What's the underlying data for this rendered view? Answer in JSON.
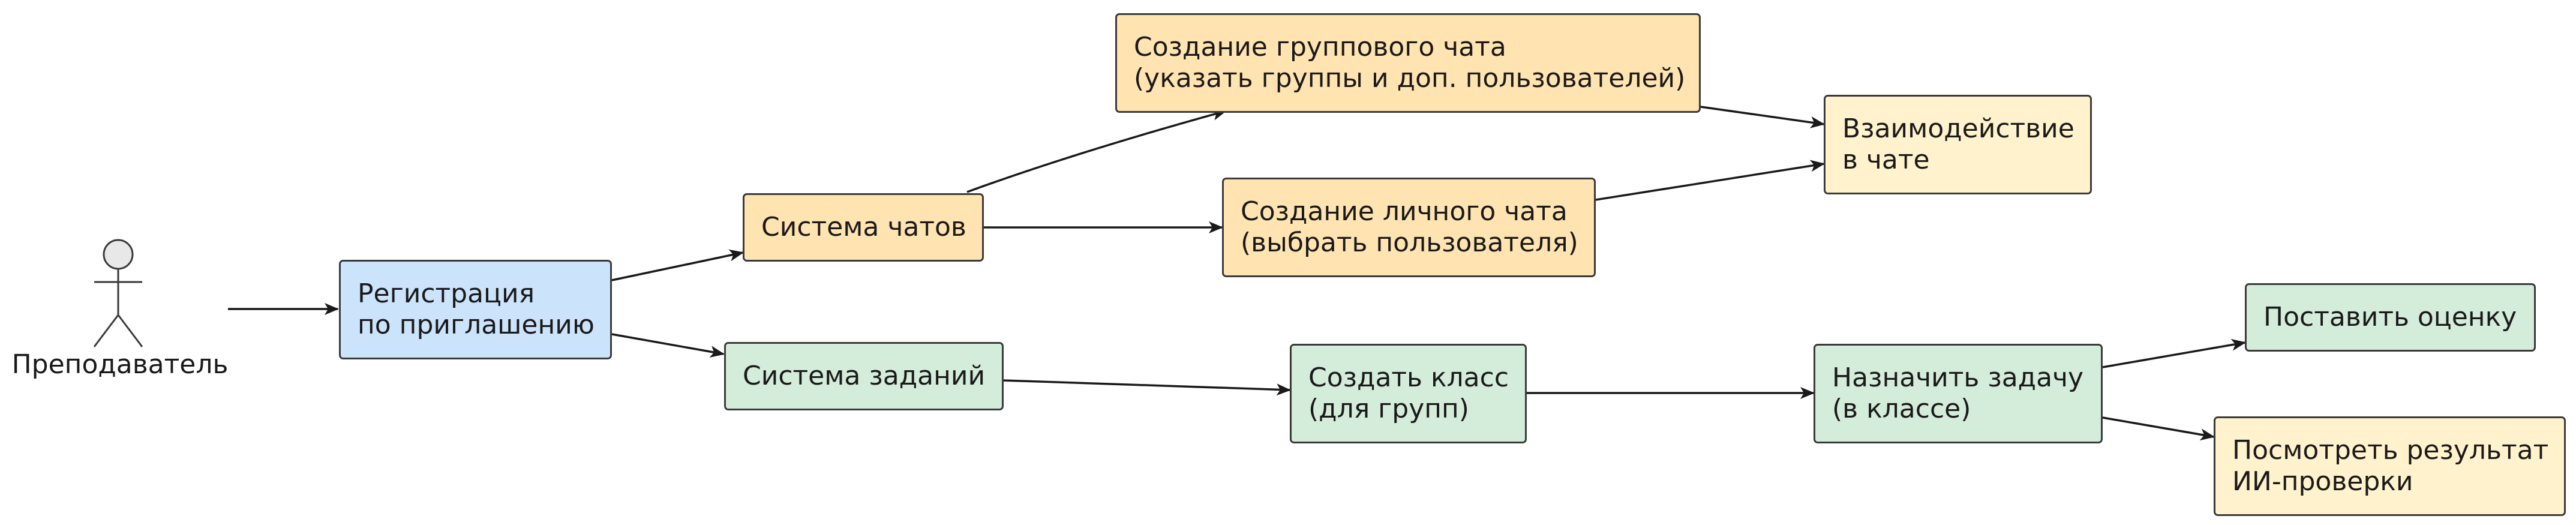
{
  "actor": {
    "label": "Преподаватель",
    "icon": "stick-figure-actor"
  },
  "nodes": {
    "registration": {
      "line1": "Регистрация",
      "line2": "по приглашению"
    },
    "chat_system": {
      "line1": "Система чатов"
    },
    "group_chat": {
      "line1": "Создание группового чата",
      "line2": "(указать группы и доп. пользователей)"
    },
    "personal_chat": {
      "line1": "Создание личного чата",
      "line2": "(выбрать пользователя)"
    },
    "chat_interaction": {
      "line1": "Взаимодействие",
      "line2": "в чате"
    },
    "task_system": {
      "line1": "Система заданий"
    },
    "create_class": {
      "line1": "Создать класс",
      "line2": "(для групп)"
    },
    "assign_task": {
      "line1": "Назначить задачу",
      "line2": "(в классе)"
    },
    "grade": {
      "line1": "Поставить оценку"
    },
    "ai_check": {
      "line1": "Посмотреть результат",
      "line2": "ИИ-проверки"
    }
  },
  "colors": {
    "registration": "#cce4fb",
    "chat": "#ffe3b0",
    "interaction": "#fff2cc",
    "tasks": "#d4ecda",
    "ai_check": "#fff2cc",
    "edge": "#1a1a1a"
  },
  "edges": [
    [
      "actor",
      "registration"
    ],
    [
      "registration",
      "chat_system"
    ],
    [
      "registration",
      "task_system"
    ],
    [
      "chat_system",
      "group_chat"
    ],
    [
      "chat_system",
      "personal_chat"
    ],
    [
      "group_chat",
      "chat_interaction"
    ],
    [
      "personal_chat",
      "chat_interaction"
    ],
    [
      "task_system",
      "create_class"
    ],
    [
      "create_class",
      "assign_task"
    ],
    [
      "assign_task",
      "grade"
    ],
    [
      "assign_task",
      "ai_check"
    ]
  ]
}
